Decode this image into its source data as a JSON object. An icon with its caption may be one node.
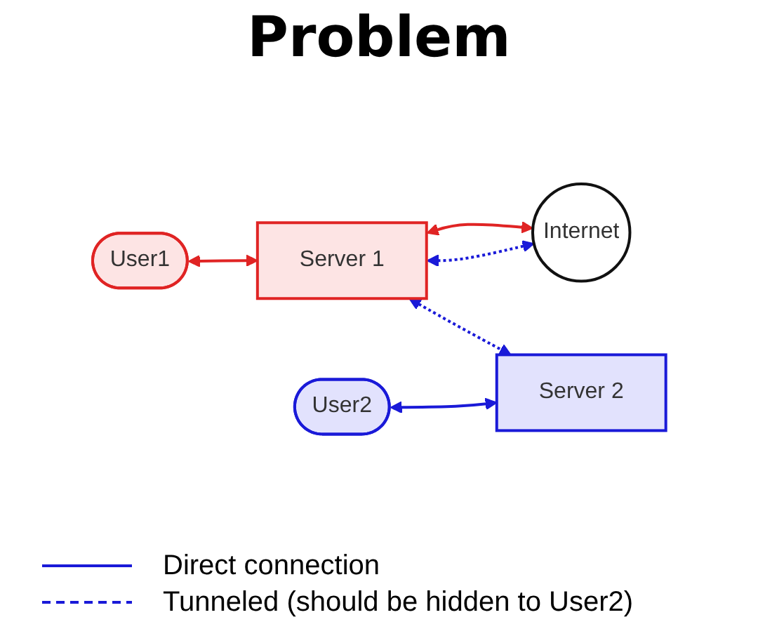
{
  "diagram": {
    "title": "Problem",
    "nodes": [
      {
        "text": [
          "User1"
        ]
      },
      {
        "text": [
          "Server 1"
        ]
      },
      {
        "text": [
          "Internet"
        ]
      },
      {
        "text": [
          "User2"
        ]
      },
      {
        "text": [
          "Server 2"
        ]
      }
    ],
    "edges": [
      {
        "from": 0,
        "to": 1,
        "arrow": "both",
        "color": "#e02424"
      },
      {
        "from": 1,
        "to": 2,
        "arrow": "both",
        "color": "#e02424"
      },
      {
        "from": 1,
        "to": 2,
        "arrow": "both",
        "style": "dashed"
      },
      {
        "from": 1,
        "to": 4,
        "arrow": "both",
        "style": "dashed"
      },
      {
        "from": 3,
        "to": 4,
        "arrow": "both"
      }
    ],
    "legend": [
      {
        "text": "Direct connection"
      },
      {
        "text": "Tunneled (should be hidden to User2)"
      }
    ]
  }
}
